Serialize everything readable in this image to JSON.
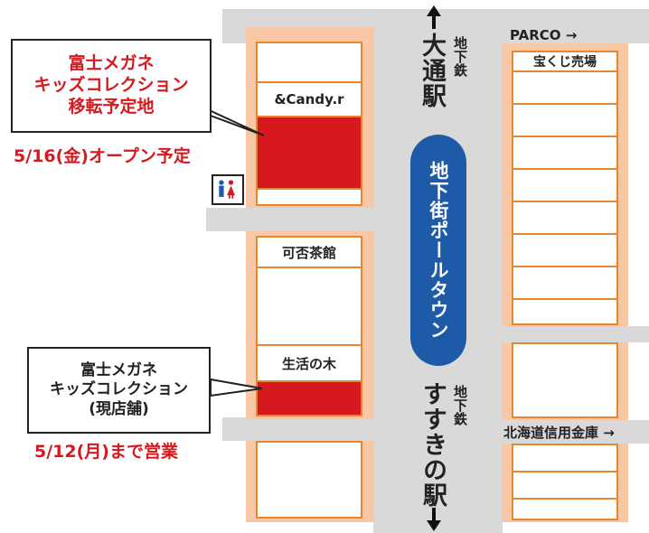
{
  "callouts": {
    "new_location": {
      "lines": [
        "富士メガネ",
        "キッズコレクション",
        "移転予定地"
      ],
      "date": "5/16(金)オープン予定"
    },
    "current_store": {
      "lines": [
        "富士メガネ",
        "キッズコレクション",
        "(現店舗)"
      ],
      "date": "5/12(月)まで営業"
    }
  },
  "shops": {
    "candy": "&Candy.r",
    "kahi_sakan": "可否茶館",
    "seikatsu_no_ki": "生活の木",
    "takarakuji": "宝くじ売場",
    "hokkaido_shinkin": "北海道信用金庫 →"
  },
  "streets": {
    "parco": "PARCO →"
  },
  "stations": {
    "odori_subway": "地下鉄",
    "odori_name": "大通駅",
    "susukino_subway": "地下鉄",
    "susukino_name": "すすきの駅"
  },
  "underground_mall": "地下街ポールタウン",
  "icons": {
    "restroom": "restroom-icon"
  },
  "colors": {
    "highlight_red": "#d7191f",
    "mall_blue": "#1d5aa7",
    "road_gray": "#d9d9d9",
    "block_peach": "#f7c7a6",
    "shop_border": "#e8862e"
  }
}
